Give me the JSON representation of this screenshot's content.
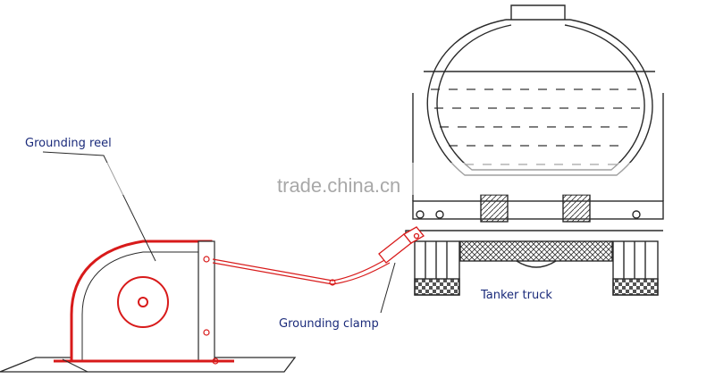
{
  "labels": {
    "grounding_reel": "Grounding  reel",
    "grounding_clamp": "Grounding clamp",
    "tanker_truck": "Tanker truck"
  },
  "watermark": "trade.china.cn",
  "colors": {
    "line": "#2a2a2a",
    "cable": "#d81a1a",
    "label": "#1a2a7a",
    "watermark": "#9a9a9a"
  }
}
